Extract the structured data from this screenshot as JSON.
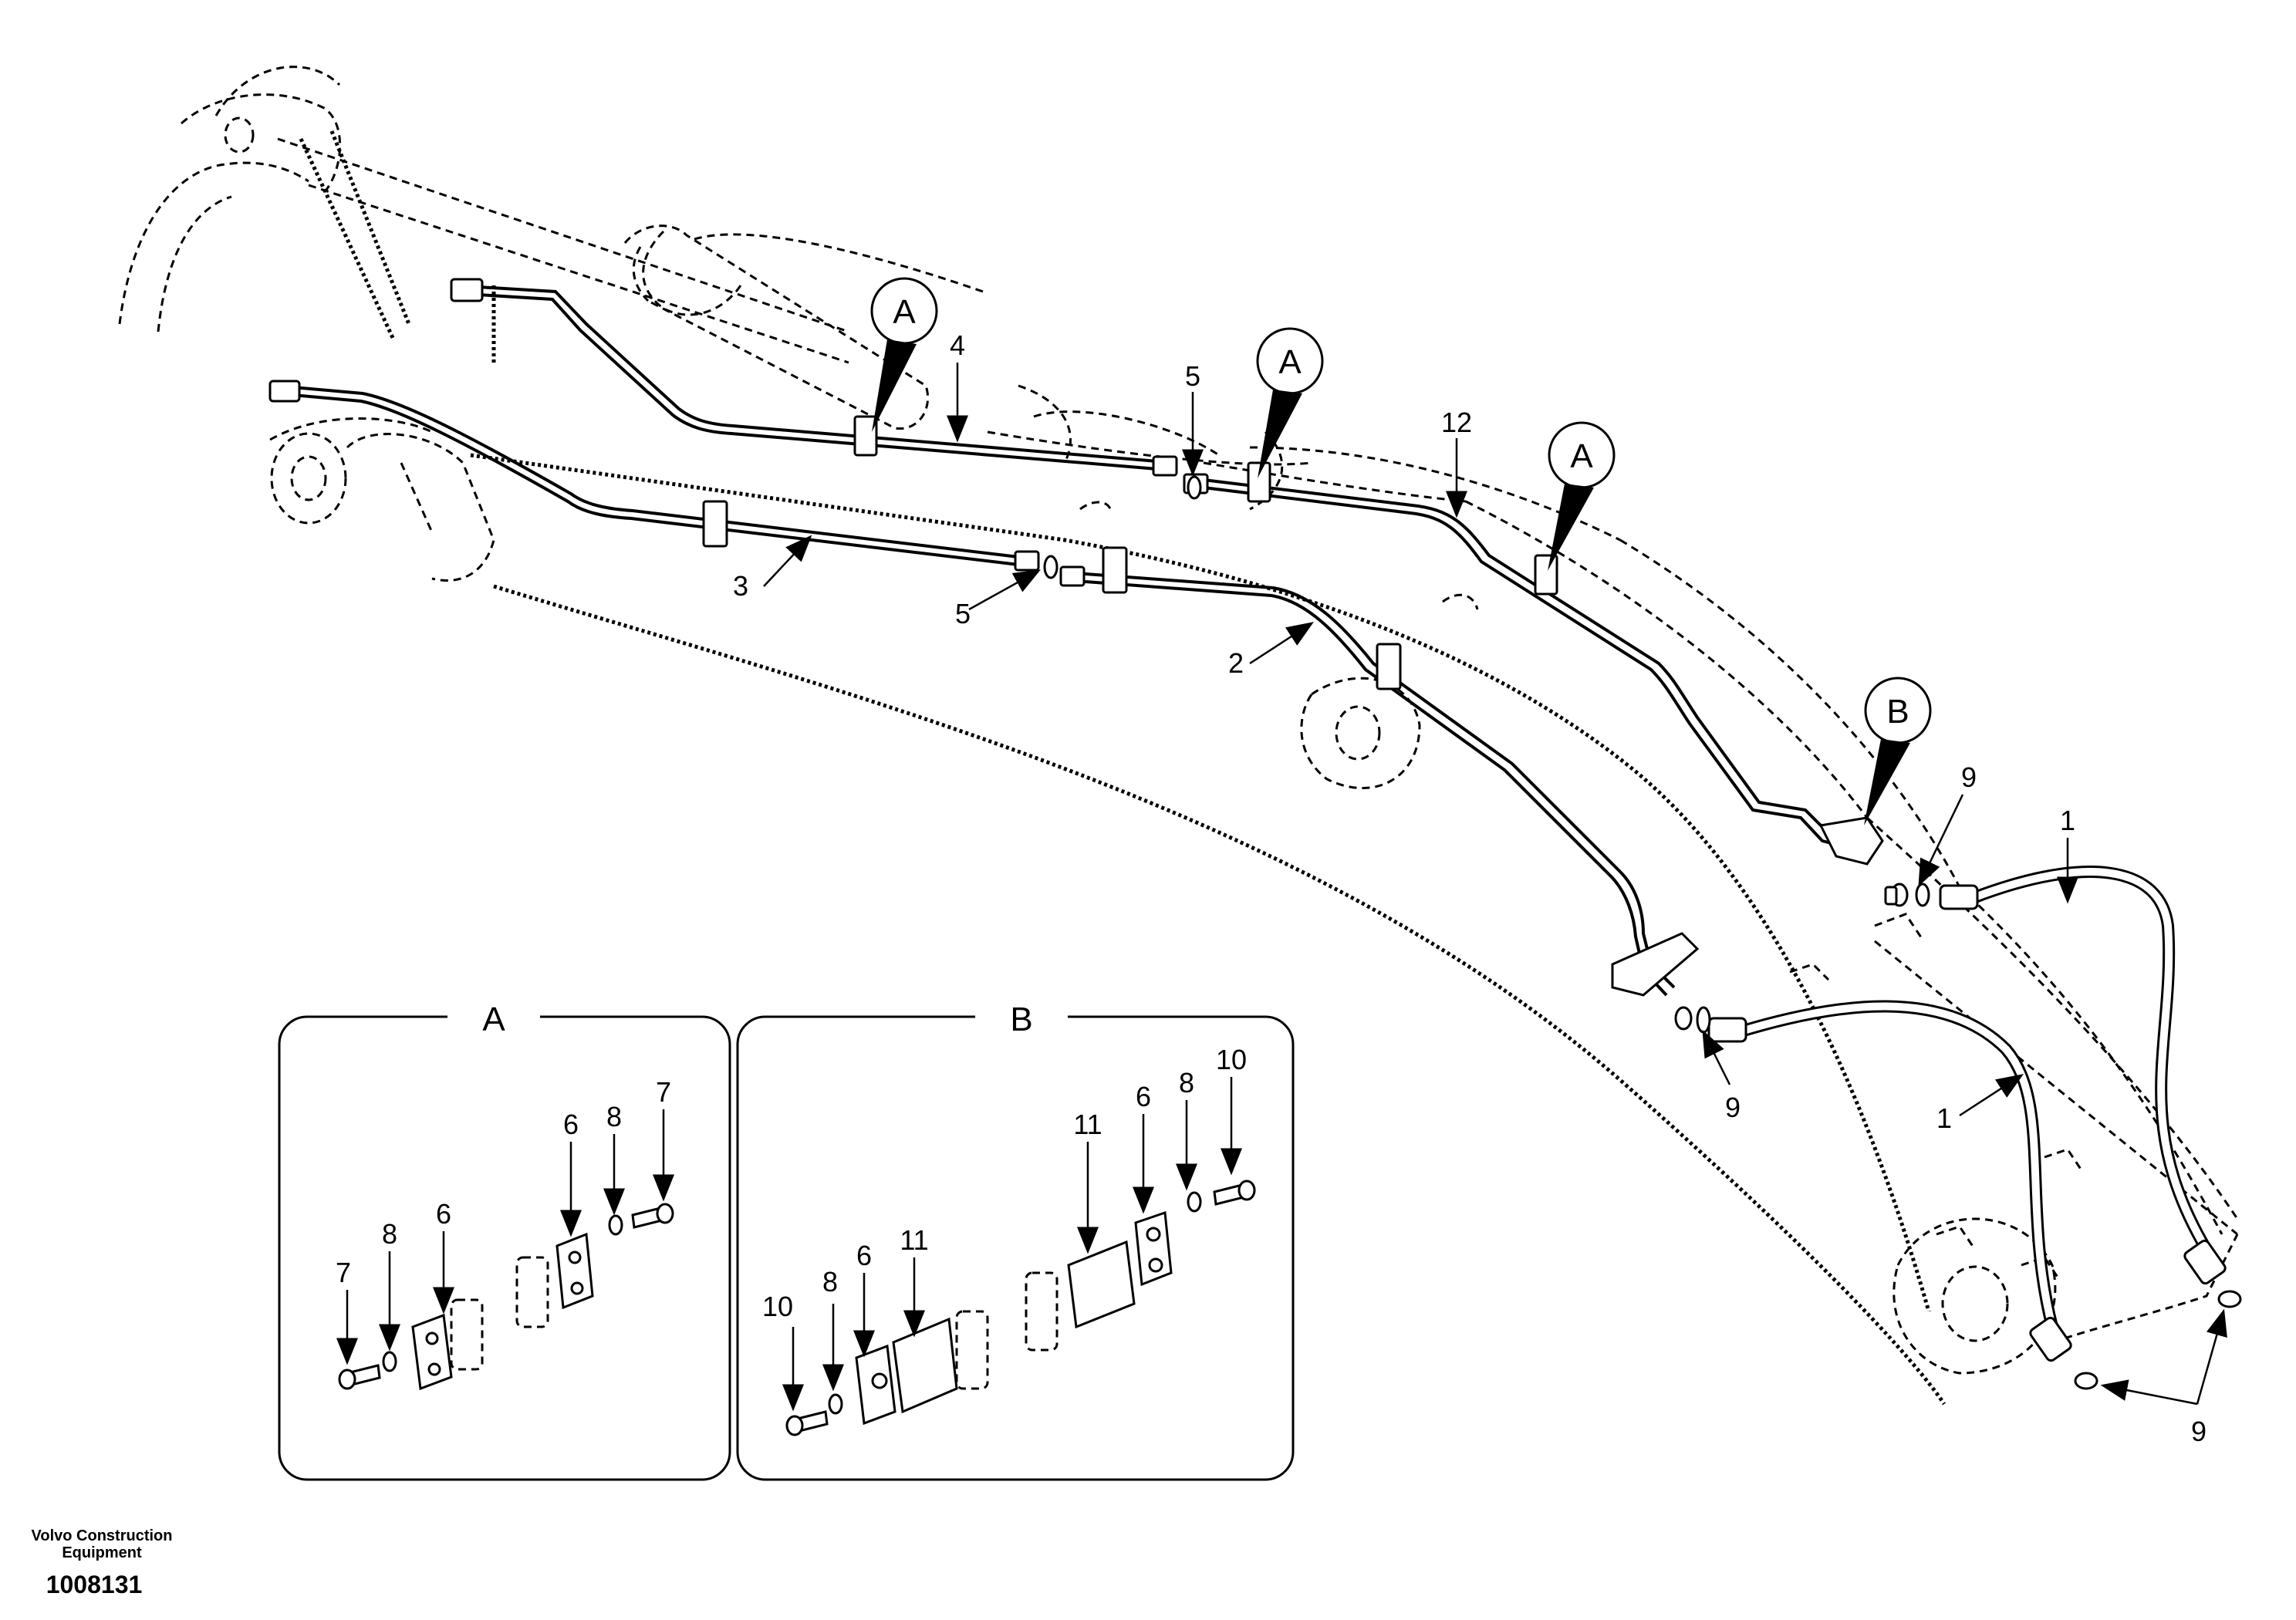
{
  "callouts": {
    "a1": "A",
    "a2": "A",
    "a3": "A",
    "b1": "B"
  },
  "part_labels": {
    "p1_upper": "1",
    "p1_lower": "1",
    "p2": "2",
    "p3": "3",
    "p4": "4",
    "p5_upper": "5",
    "p5_lower": "5",
    "p9_upper": "9",
    "p9_mid": "9",
    "p9_lower": "9",
    "p12": "12"
  },
  "detail_a": {
    "title": "A",
    "labels": {
      "l7a": "7",
      "l8a": "8",
      "l6a": "6",
      "l6b": "6",
      "l8b": "8",
      "l7b": "7"
    }
  },
  "detail_b": {
    "title": "B",
    "labels": {
      "l10a": "10",
      "l8a": "8",
      "l6a": "6",
      "l11a": "11",
      "l11b": "11",
      "l6b": "6",
      "l8b": "8",
      "l10b": "10"
    }
  },
  "footer": {
    "brand_line1": "Volvo Construction",
    "brand_line2": "Equipment",
    "doc_number": "1008131"
  }
}
